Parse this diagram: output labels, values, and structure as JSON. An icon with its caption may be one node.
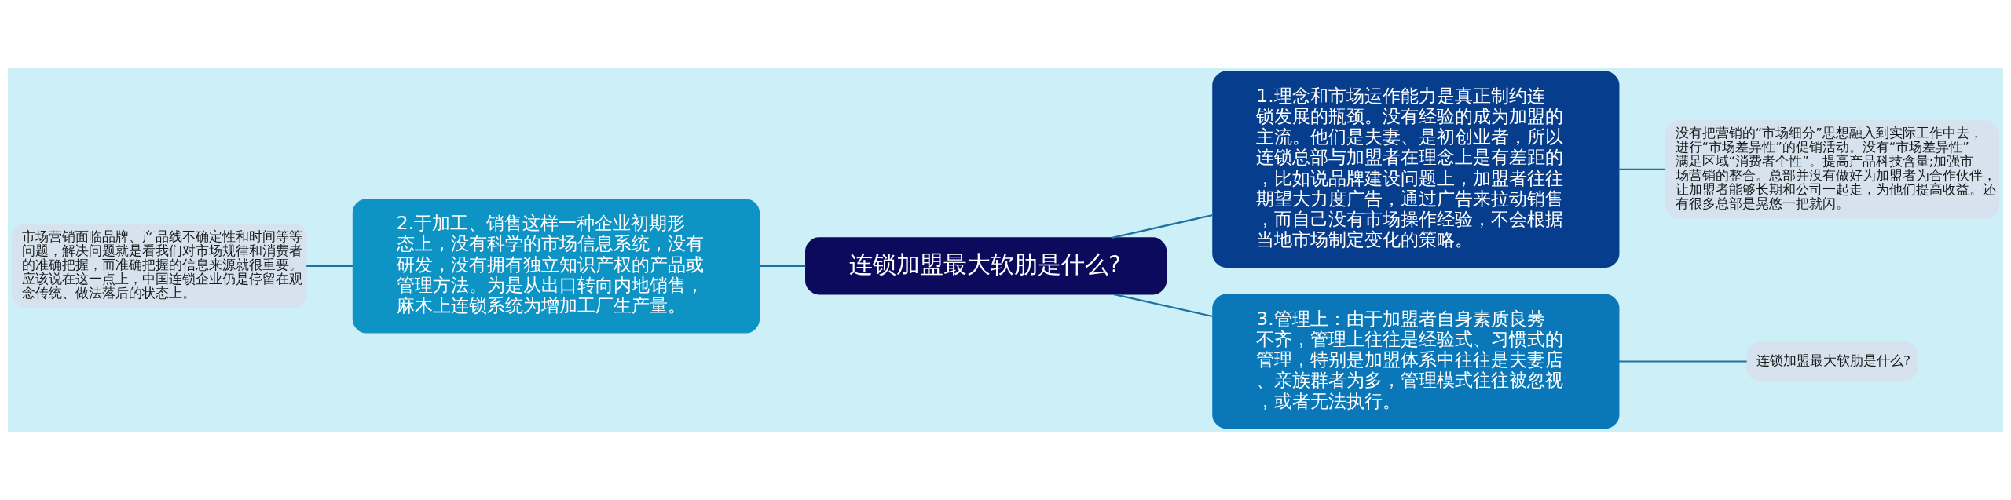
{
  "diagram": {
    "nodes": [
      {
        "text": [
          "连锁加盟最大软肋是什么?"
        ]
      },
      {
        "text": [
          "1.理念和市场运作能力是真正制约连锁发展的瓶颈。没有经验的成为加盟的主流。他们是夫妻、是初创业者，所以连锁总部与加盟者在理念上是有差距的，比如说品牌建设问题上，加盟者往往期望大力度广告，通过广告来拉动销售，而自己没有市场操作经验，不会根据当地市场制定变化的策略。"
        ]
      },
      {
        "text": [
          "没有把营销的“市场细分”思想融入到实际工作中去，进行“市场差异性”的促销活动。没有“市场差异性”满足区域“消费者个性”。提高产品科技含量;加强市场营销的整合。总部并没有做好为加盟者为合作伙伴，让加盟者能够长期和公司一起走，为他们提高收益。还有很多总部是晃悠一把就闪。"
        ]
      },
      {
        "text": [
          "2.于加工、销售这样一种企业初期形态上，没有科学的市场信息系统，没有研发，没有拥有独立知识产权的产品或管理方法。为是从出口转向内地销售，麻木上连锁系统为增加工厂生产量。"
        ]
      },
      {
        "text": [
          "市场营销面临品牌、产品线不确定性和时间等等问题，解决问题就是看我们对市场规律和消费者的准确把握，而准确把握的信息来源就很重要。应该说在这一点上，中国连锁企业仍是停留在观念传统、做法落后的状态上。"
        ]
      },
      {
        "text": [
          "3.管理上：由于加盟者自身素质良莠不齐，管理上往往是经验式、习惯式的管理，特别是加盟体系中往往是夫妻店、亲族群者为多，管理模式往往被忽视，或者无法执行。"
        ]
      },
      {
        "text": [
          "连锁加盟最大软肋是什么?"
        ]
      }
    ],
    "edges": [
      {
        "from": 0,
        "to": 1,
        "arrow": "none"
      },
      {
        "from": 1,
        "to": 2,
        "arrow": "none"
      },
      {
        "from": 0,
        "to": 3,
        "arrow": "none"
      },
      {
        "from": 3,
        "to": 4,
        "arrow": "none"
      },
      {
        "from": 0,
        "to": 5,
        "arrow": "none"
      },
      {
        "from": 5,
        "to": 6,
        "arrow": "none"
      }
    ]
  }
}
